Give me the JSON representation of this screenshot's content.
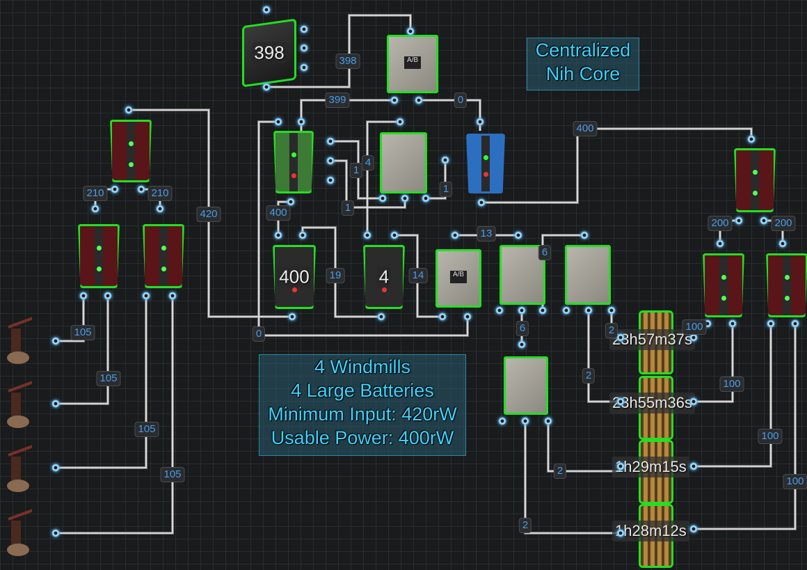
{
  "diagram": {
    "title_note": {
      "line1": "Centralized",
      "line2": "Nih Core"
    },
    "summary_note": {
      "lines": [
        "4 Windmills",
        "4 Large Batteries",
        "Minimum Input: 420rW",
        "Usable Power: 400rW"
      ]
    },
    "accent_color": "#3fd3ff",
    "wire_label_color": "#4c9be8",
    "highlight_color": "#22e022",
    "components": {
      "counter_display": "398",
      "root_combiner_display": "400",
      "small_battery_display": "4",
      "timers": [
        "23h57m37s",
        "23h55m36s",
        "1h29m15s",
        "1h28m12s"
      ],
      "windmill_count": 4
    },
    "wire_labels": {
      "counter_to_switch": "398",
      "switch_out": "399",
      "switch_b_out": "0",
      "blue_to_right_battery": "400",
      "left_battery_split_a": "210",
      "left_battery_split_b": "210",
      "windmill_to_left_battery": "420",
      "right_battery_split_a": "200",
      "right_battery_split_b": "200",
      "green_400": "400",
      "wire_1a": "1",
      "wire_4": "4",
      "wire_1b": "1",
      "wire_1c": "1",
      "wire_19": "19",
      "wire_14": "14",
      "wire_13": "13",
      "wire_0": "0",
      "wire_6a": "6",
      "wire_6b": "6",
      "wire_2a": "2",
      "wire_2b": "2",
      "wire_2c": "2",
      "wire_2d": "2",
      "wire_100a": "100",
      "wire_100b": "100",
      "wire_100c": "100",
      "wire_100d": "100",
      "windmill_1": "105",
      "windmill_2": "105",
      "windmill_3": "105",
      "windmill_4": "105"
    }
  }
}
